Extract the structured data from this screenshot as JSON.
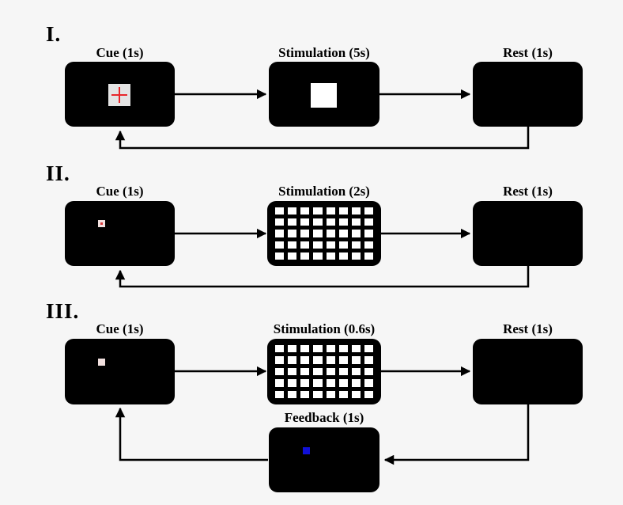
{
  "sections": [
    {
      "label": "I.",
      "cue": {
        "title": "Cue (1s)",
        "icon": "red-cross-icon"
      },
      "stimulation": {
        "title": "Stimulation (5s)",
        "icon": "white-square-icon"
      },
      "rest": {
        "title": "Rest (1s)"
      }
    },
    {
      "label": "II.",
      "cue": {
        "title": "Cue (1s)",
        "icon": "small-dot-icon"
      },
      "stimulation": {
        "title": "Stimulation (2s)",
        "icon": "checkerboard-grid-icon",
        "grid": {
          "cols": 8,
          "rows": 5
        }
      },
      "rest": {
        "title": "Rest (1s)"
      }
    },
    {
      "label": "III.",
      "cue": {
        "title": "Cue (1s)",
        "icon": "small-dot-icon"
      },
      "stimulation": {
        "title": "Stimulation (0.6s)",
        "icon": "checkerboard-grid-icon",
        "grid": {
          "cols": 8,
          "rows": 5
        }
      },
      "rest": {
        "title": "Rest (1s)"
      },
      "feedback": {
        "title": "Feedback (1s)",
        "icon": "blue-dot-icon"
      }
    }
  ],
  "colors": {
    "screen": "#000000",
    "cross": "#e8262a",
    "feedback_dot": "#1010d8",
    "background": "#f6f6f6"
  }
}
